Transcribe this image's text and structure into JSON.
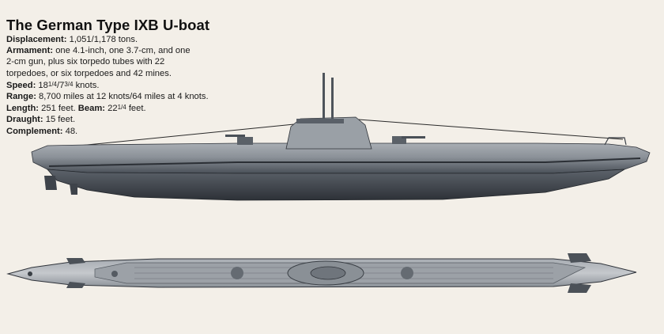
{
  "title": "The German Type IXB U-boat",
  "specs": {
    "displacement_label": "Displacement",
    "displacement_value": "1,051/1,178 tons.",
    "armament_label": "Armament",
    "armament_line1": "one 4.1-inch, one 3.7-cm, and one",
    "armament_line2": "2-cm gun, plus six torpedo tubes with 22",
    "armament_line3": "torpedoes, or six torpedoes and 42 mines.",
    "speed_label": "Speed",
    "speed_value_a": "18",
    "speed_frac_a": "1/4",
    "speed_sep": "/7",
    "speed_frac_b": "3/4",
    "speed_unit": "knots.",
    "range_label": "Range",
    "range_value": "8,700 miles at 12 knots/64 miles at 4 knots.",
    "length_label": "Length",
    "length_value": "251 feet.",
    "beam_label": "Beam",
    "beam_value_a": "22",
    "beam_frac": "1/4",
    "beam_unit": "feet.",
    "draught_label": "Draught",
    "draught_value": "15 feet.",
    "complement_label": "Complement",
    "complement_value": "48."
  },
  "colors": {
    "background": "#f3efe8",
    "hull_gray": "#8e949b",
    "hull_dark": "#3e434a",
    "deck_gray": "#b9bcc0"
  }
}
